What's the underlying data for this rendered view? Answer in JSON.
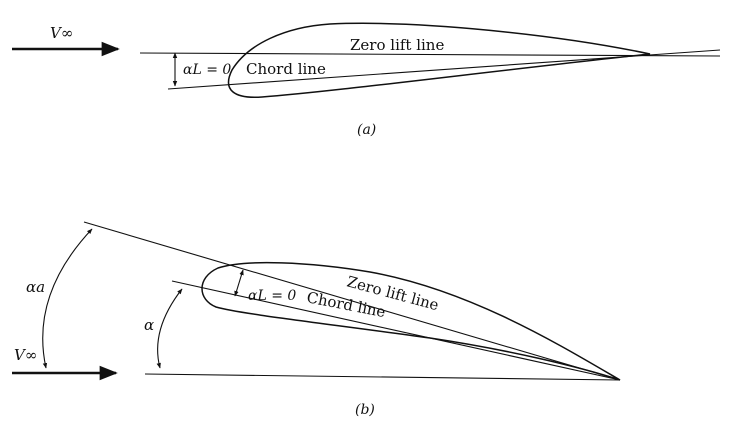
{
  "figure_a": {
    "freestream": "V∞",
    "zero_lift_line": "Zero lift line",
    "chord_line": "Chord line",
    "angle_label": "αL = 0",
    "caption": "(a)"
  },
  "figure_b": {
    "freestream": "V∞",
    "zero_lift_line": "Zero lift line",
    "chord_line": "Chord line",
    "angle_zero_lift": "αL = 0",
    "angle_alpha": "α",
    "angle_absolute": "αa",
    "caption": "(b)"
  }
}
